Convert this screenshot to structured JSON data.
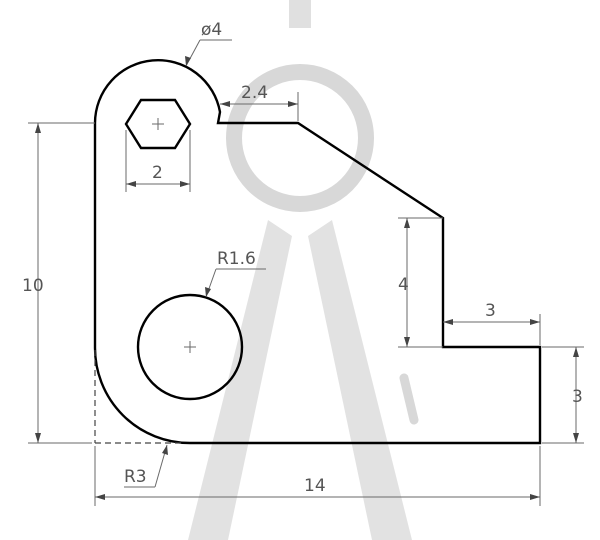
{
  "drawing": {
    "dimensions": {
      "hole_diameter": "ø4",
      "top_gap": "2.4",
      "hex_width": "2",
      "arc_radius": "R1.6",
      "overall_height": "10",
      "step_height": "4",
      "step_width": "3",
      "foot_height": "3",
      "corner_radius": "R3",
      "overall_width": "14"
    }
  }
}
